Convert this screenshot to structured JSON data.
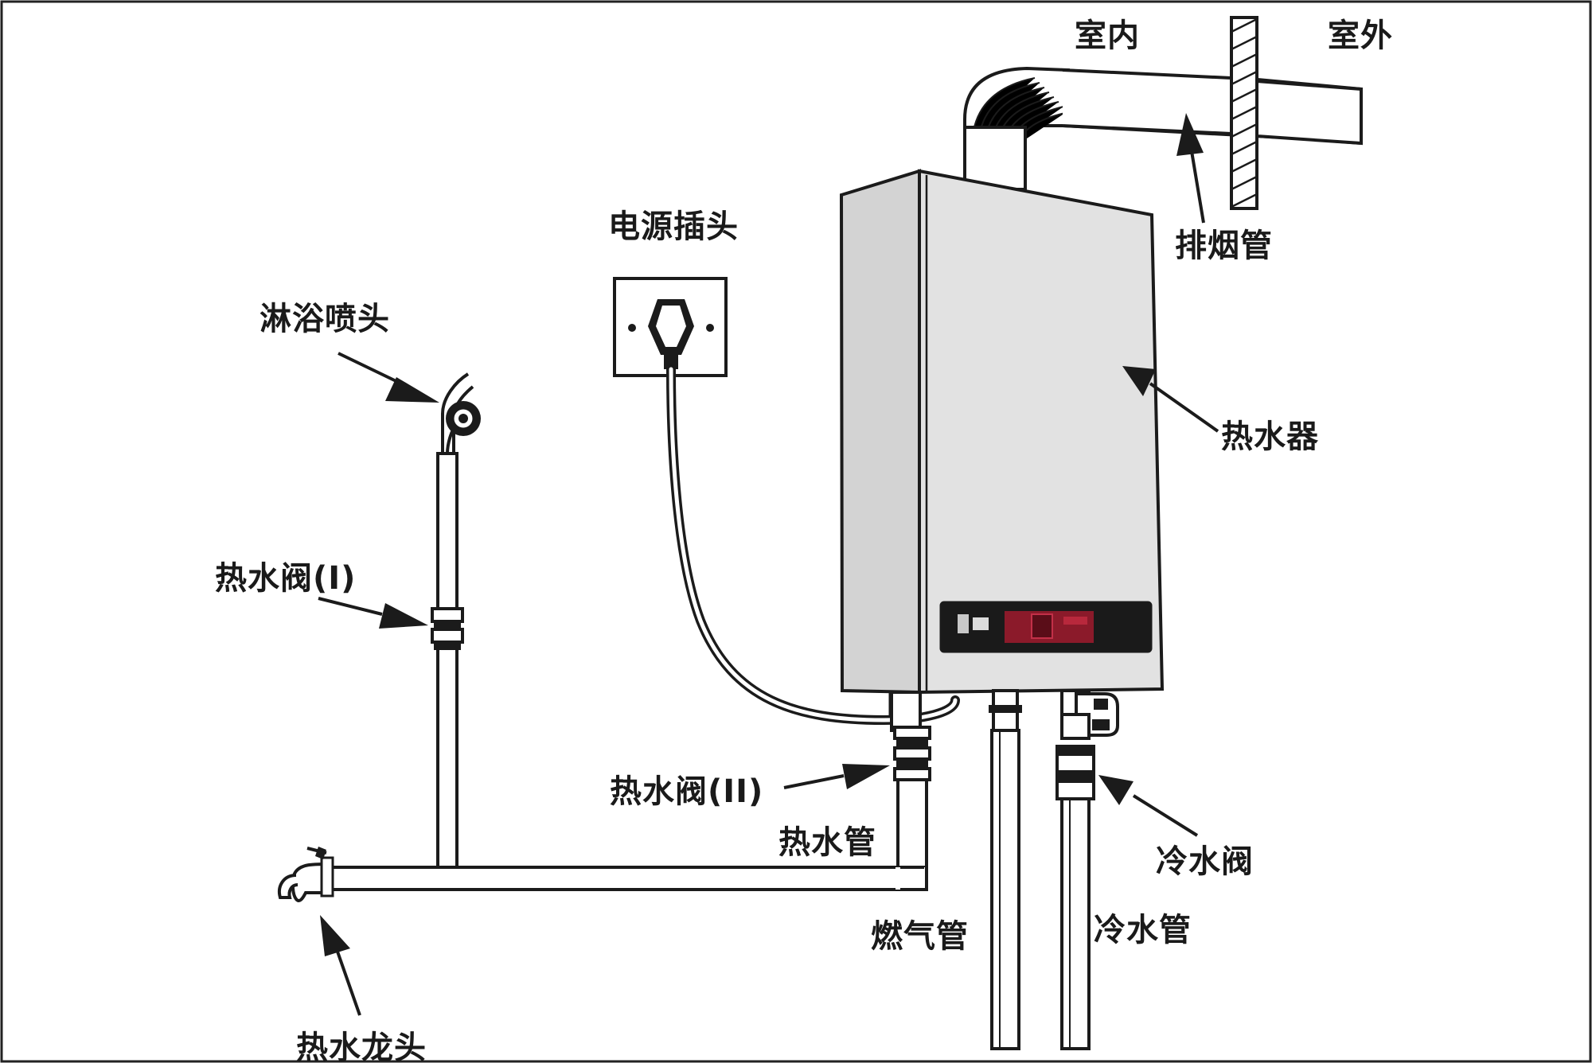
{
  "labels": {
    "indoor": "室内",
    "outdoor": "室外",
    "exhaust_pipe": "排烟管",
    "power_plug": "电源插头",
    "shower_head": "淋浴喷头",
    "water_heater": "热水器",
    "hot_valve_1": "热水阀(I)",
    "hot_valve_2": "热水阀(II)",
    "hot_water_pipe": "热水管",
    "cold_valve": "冷水阀",
    "gas_pipe": "燃气管",
    "cold_water_pipe": "冷水管",
    "hot_faucet": "热水龙头"
  },
  "colors": {
    "line": "#1b1b1b",
    "heater_front": "#e2e2e2",
    "heater_side": "#d3d3d3",
    "panel": "#1a1a1a",
    "display": "#8b1a2a"
  }
}
